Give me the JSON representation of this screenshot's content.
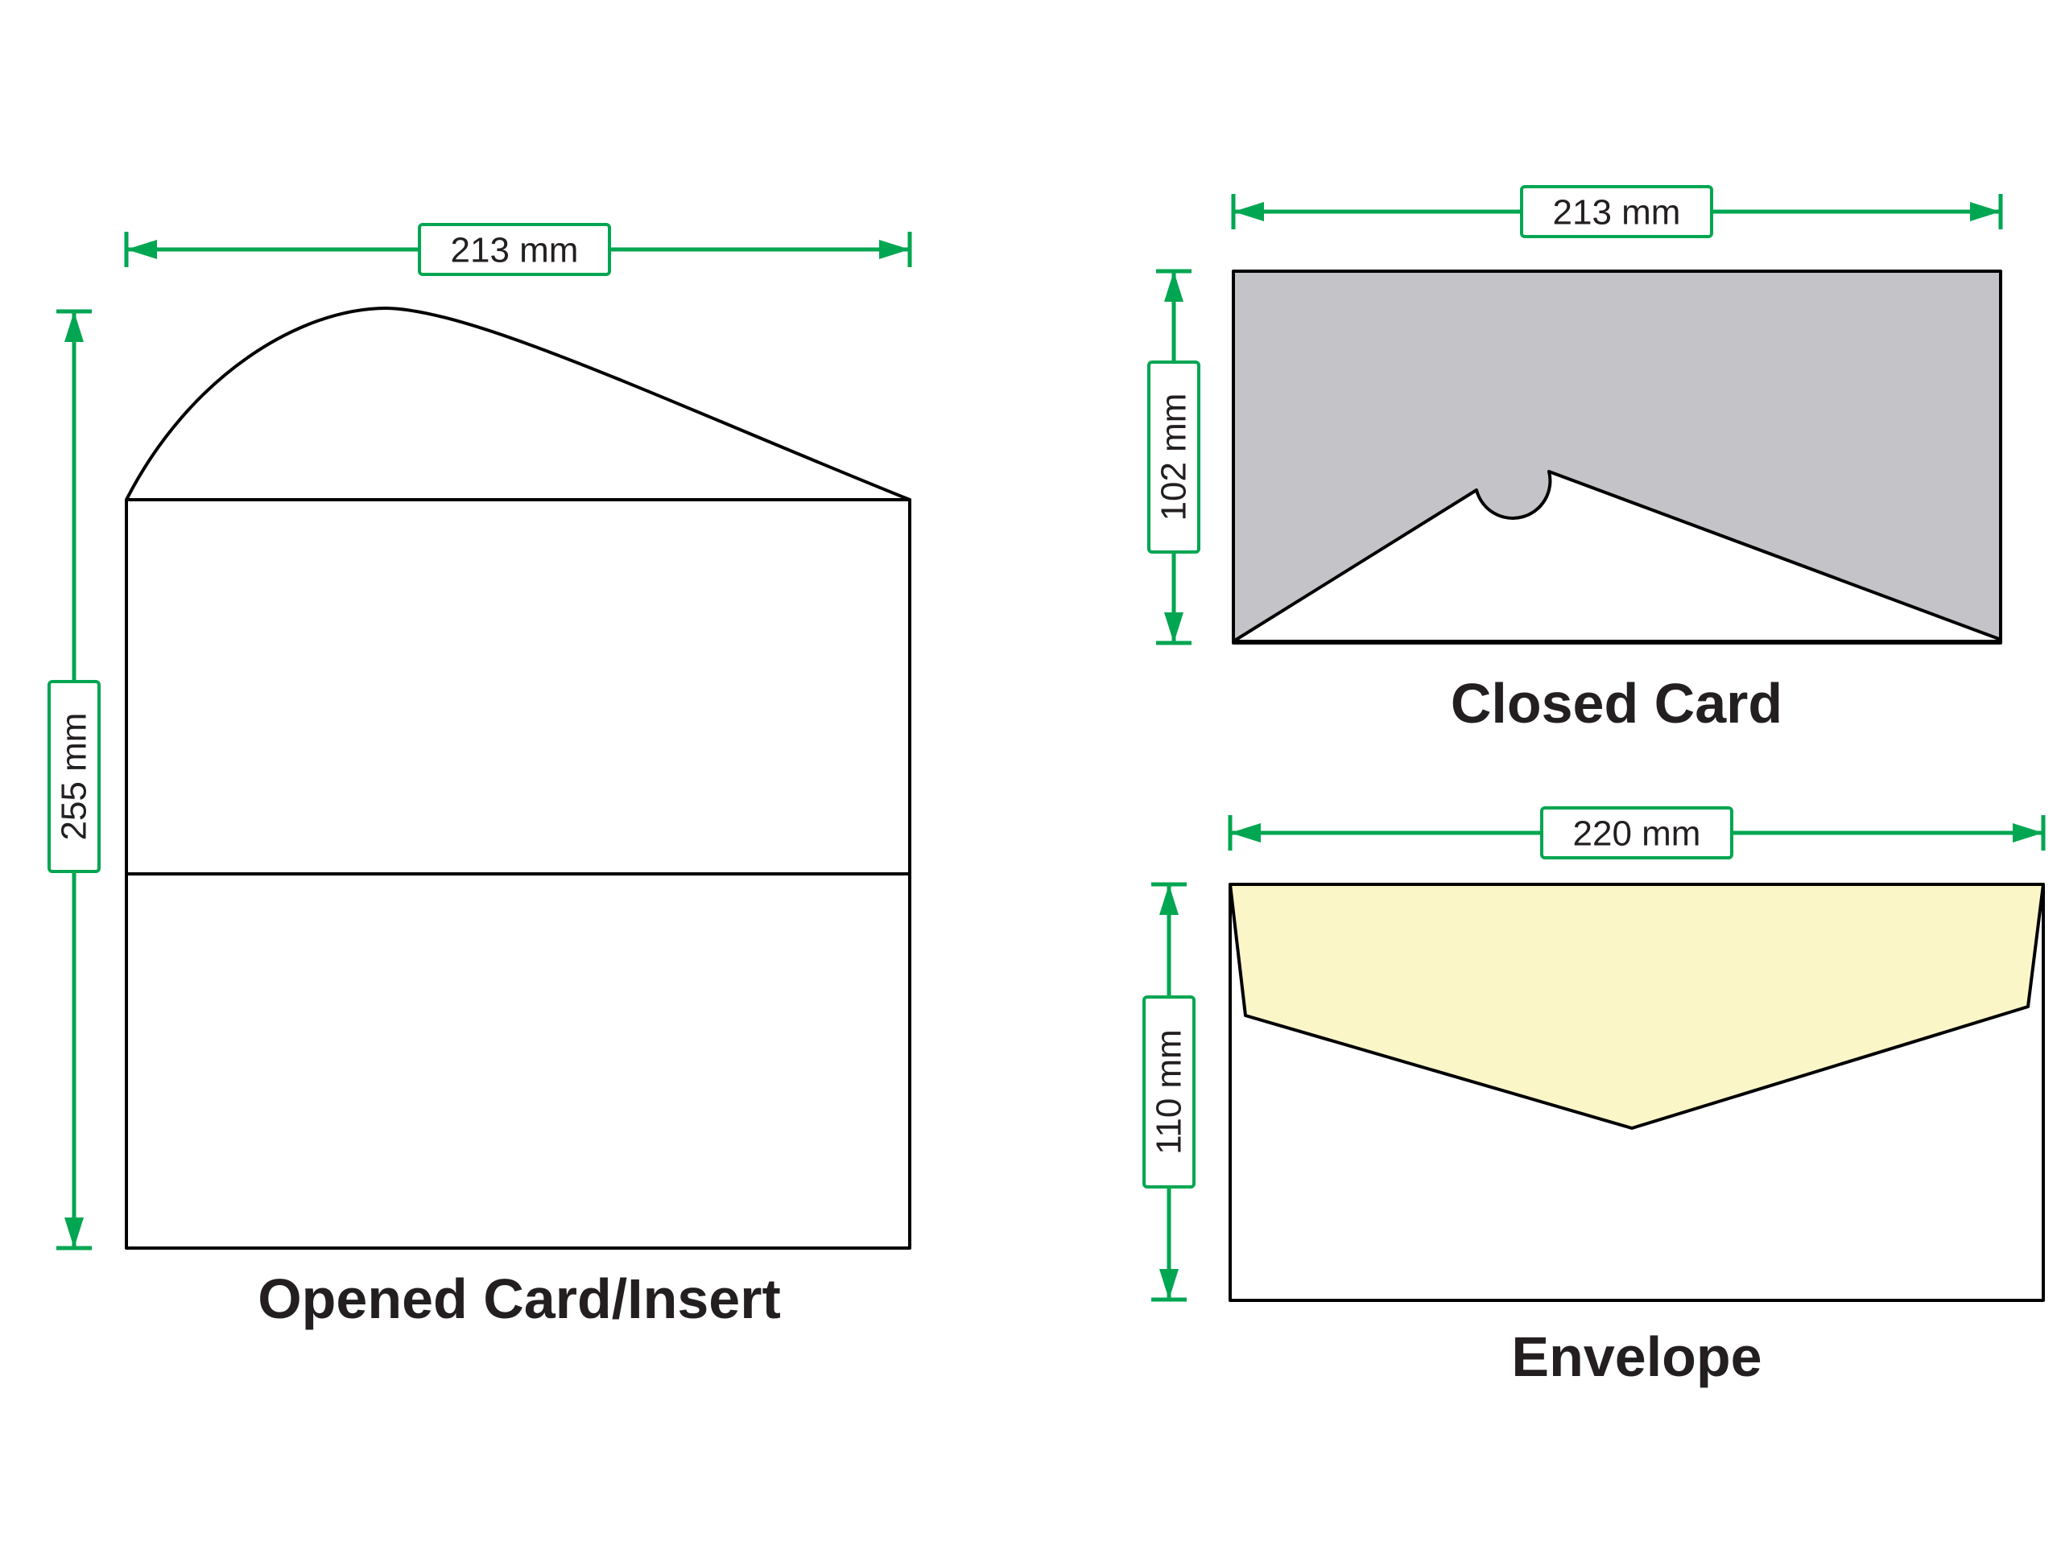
{
  "colors": {
    "green": "#00A651",
    "gray": "#C4C3C7",
    "yellow": "#FBF6C8",
    "outline": "#000000",
    "text": "#231F20",
    "background": "#FFFFFF"
  },
  "opened_card": {
    "caption": "Opened Card/Insert",
    "width_label": "213 mm",
    "height_label": "255 mm"
  },
  "closed_card": {
    "caption": "Closed Card",
    "width_label": "213 mm",
    "height_label": "102 mm"
  },
  "envelope": {
    "caption": "Envelope",
    "width_label": "220 mm",
    "height_label": "110 mm"
  }
}
